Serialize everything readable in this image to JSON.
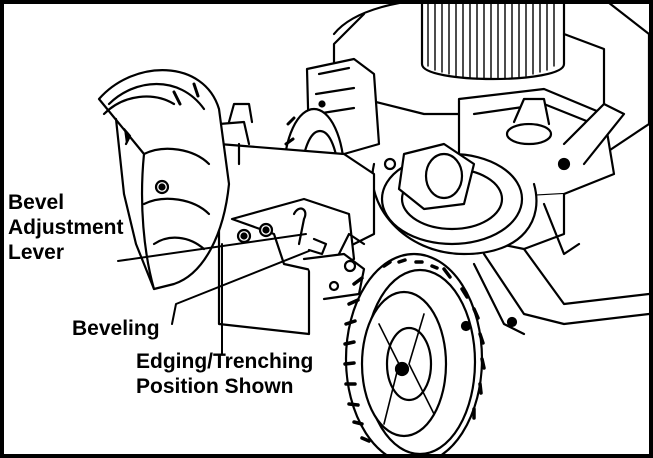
{
  "labels": {
    "bevel_lever": [
      "Bevel",
      "Adjustment",
      "Lever"
    ],
    "beveling": "Beveling",
    "position": [
      "Edging/Trenching",
      "Position Shown"
    ]
  }
}
